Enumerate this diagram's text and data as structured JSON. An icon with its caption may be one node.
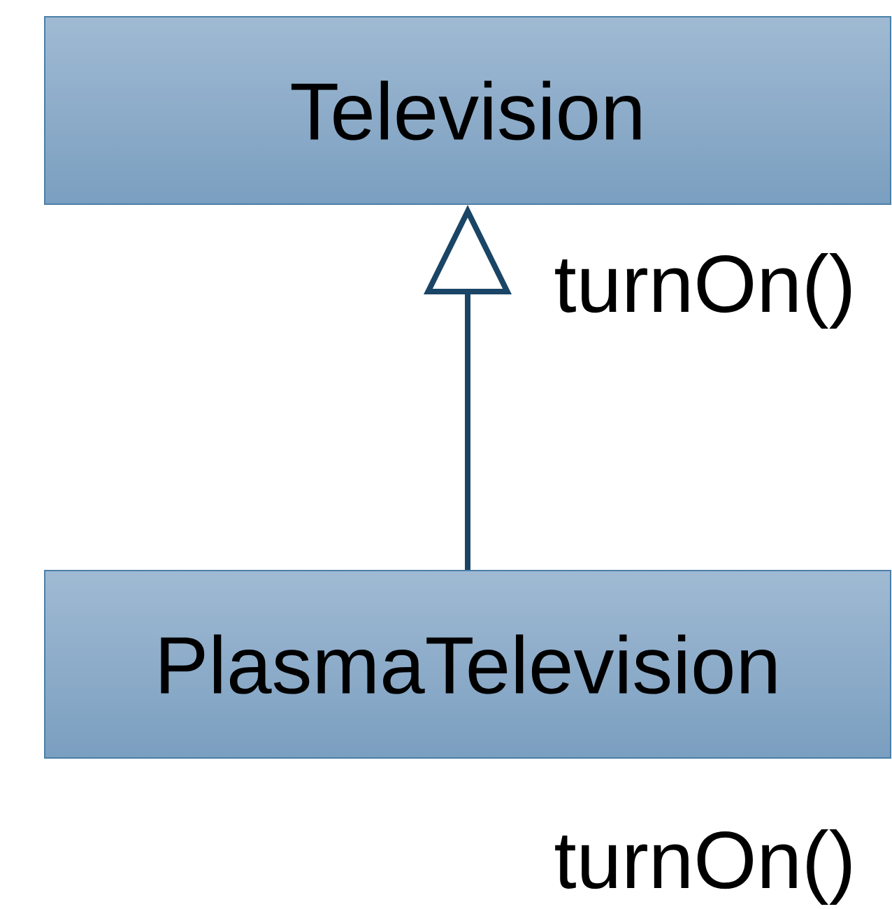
{
  "diagram": {
    "nodes": [
      {
        "text": [
          "Television"
        ]
      },
      {
        "text": [
          "PlasmaTelevision"
        ]
      }
    ],
    "edges": [
      {
        "from": 1,
        "to": 0,
        "arrow": "to"
      }
    ],
    "labels": [
      "turnOn()",
      "turnOn()"
    ]
  }
}
